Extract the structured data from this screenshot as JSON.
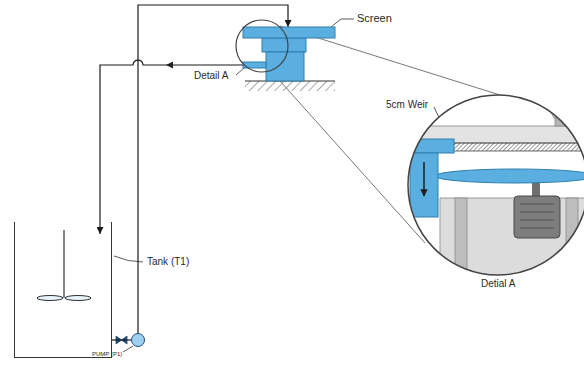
{
  "diagram": {
    "nodes": [
      {
        "text": [
          "Screen"
        ]
      },
      {
        "text": [
          "Tank (T1)"
        ]
      },
      {
        "text": [
          "PUMP (P1)"
        ]
      }
    ],
    "edges": [
      {
        "from": 1,
        "to": 2,
        "arrow": "none"
      },
      {
        "from": 2,
        "to": 0,
        "arrow": "to"
      },
      {
        "from": 0,
        "to": 1,
        "arrow": "to"
      }
    ],
    "labels": [
      "Detail A",
      "5cm Weir",
      "Detial A"
    ]
  }
}
